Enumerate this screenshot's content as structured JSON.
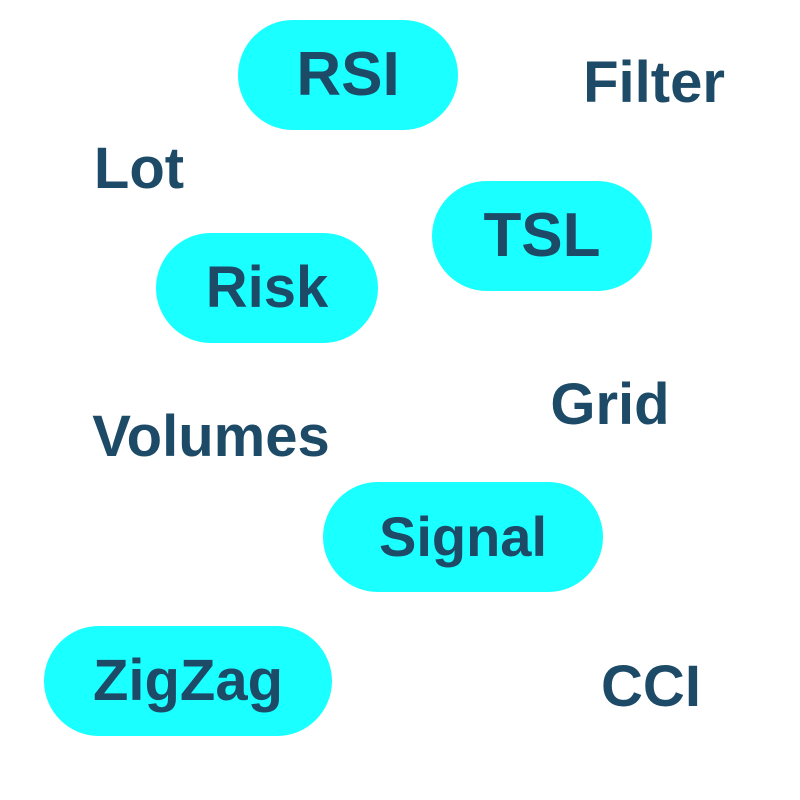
{
  "colors": {
    "text": "#1d4a66",
    "highlight": "#1affff",
    "background": "#ffffff"
  },
  "words": {
    "rsi": "RSI",
    "filter": "Filter",
    "lot": "Lot",
    "tsl": "TSL",
    "risk": "Risk",
    "grid": "Grid",
    "volumes": "Volumes",
    "signal": "Signal",
    "zigzag": "ZigZag",
    "cci": "CCI"
  }
}
